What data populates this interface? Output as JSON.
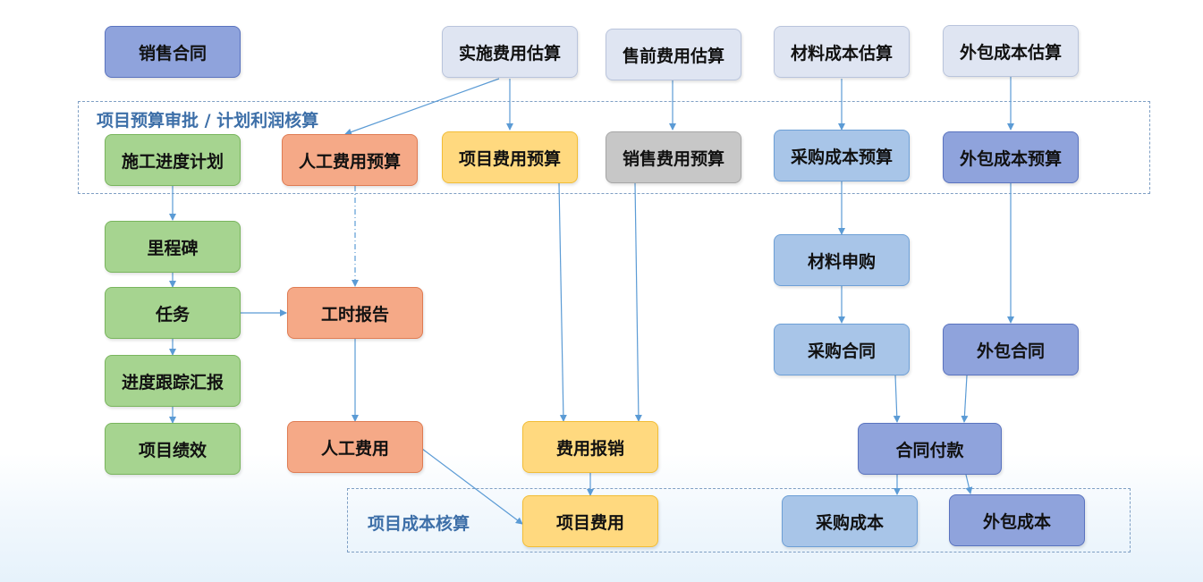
{
  "regions": {
    "budget": "项目预算审批 / 计划利润核算",
    "cost": "项目成本核算"
  },
  "nodes": {
    "sales_contract": "销售合同",
    "impl_cost_estimate": "实施费用估算",
    "presales_cost_estimate": "售前费用估算",
    "material_cost_estimate": "材料成本估算",
    "outsource_cost_estimate": "外包成本估算",
    "construction_schedule": "施工进度计划",
    "labor_cost_budget": "人工费用预算",
    "project_cost_budget": "项目费用预算",
    "sales_cost_budget": "销售费用预算",
    "purchase_cost_budget": "采购成本预算",
    "outsource_cost_budget": "外包成本预算",
    "milestone": "里程碑",
    "material_requisition": "材料申购",
    "task": "任务",
    "timesheet": "工时报告",
    "purchase_contract": "采购合同",
    "outsource_contract": "外包合同",
    "progress_report": "进度跟踪汇报",
    "project_performance": "项目绩效",
    "labor_cost": "人工费用",
    "expense_reimbursement": "费用报销",
    "contract_payment": "合同付款",
    "project_expense": "项目费用",
    "purchase_cost": "采购成本",
    "outsource_cost": "外包成本"
  },
  "colors": {
    "connector": "#5b9bd5",
    "region_border": "#7f9fc4",
    "region_label": "#3d6fa8"
  }
}
